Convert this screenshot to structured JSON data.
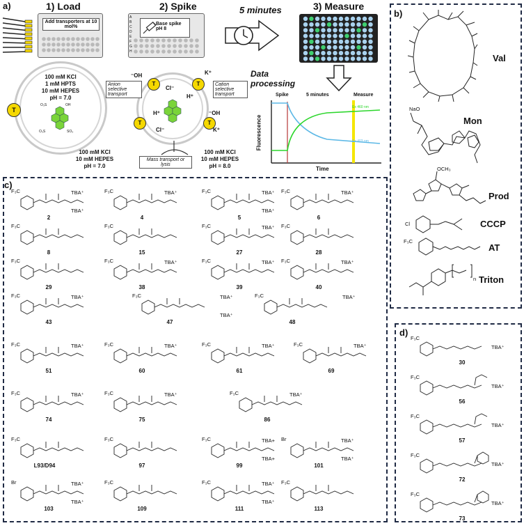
{
  "panels": {
    "a": "a)",
    "b": "b)",
    "c": "c)",
    "d": "d)"
  },
  "panel_a": {
    "step1": "1) Load",
    "step2": "2) Spike",
    "step3": "3) Measure",
    "timer_label": "5 minutes",
    "plate1_text": "Add transporters at 10 mol%",
    "plate2_text": "Base spike pH 8",
    "plate_rows": [
      "A",
      "B",
      "C",
      "D",
      "E",
      "F",
      "G",
      "H"
    ],
    "vesicle1_inside": [
      "100 mM KCl",
      "1 mM HPTS",
      "10 mM HEPES",
      "pH = 7.0"
    ],
    "vesicle1_outside": [
      "100 mM KCl",
      "10 mM HEPES",
      "pH = 7.0"
    ],
    "vesicle2_outside": [
      "100 mM KCl",
      "10 mM HEPES",
      "pH = 8.0"
    ],
    "transporter_letter": "T",
    "ions": {
      "oh": "⁻OH",
      "cl": "Cl⁻",
      "h": "H⁺",
      "k": "K⁺"
    },
    "anion_box": "Anion selective transport",
    "cation_box": "Cation selective transport",
    "mass_box": "Mass transport or lysis",
    "data_processing": "Data processing",
    "graph": {
      "spike": "Spike",
      "five_min": "5 minutes",
      "measure": "Measure",
      "ex1": "Ex 460 nm",
      "ex2": "Ex 403 nm",
      "ylabel": "Fluorescence",
      "xlabel": "Time"
    },
    "hpts_labels": [
      "O₃S",
      "OH",
      "O₃S",
      "SO₃"
    ]
  },
  "panel_b": {
    "items": [
      "Val",
      "Mon",
      "Prod",
      "CCCP",
      "AT",
      "Triton"
    ],
    "mon_salt": "NaO",
    "prod_och3": "OCH₃",
    "triton_sub": "n"
  },
  "panel_c": {
    "compounds": [
      {
        "n": "2",
        "tba": [
          "TBA⁺",
          "TBA⁺"
        ]
      },
      {
        "n": "4",
        "tba": [
          "TBA⁺"
        ]
      },
      {
        "n": "5",
        "tba": [
          "TBA⁺",
          "TBA⁺"
        ]
      },
      {
        "n": "6",
        "tba": [
          "TBA⁺"
        ]
      },
      {
        "n": "8",
        "tba": []
      },
      {
        "n": "15",
        "tba": []
      },
      {
        "n": "27",
        "tba": [
          "TBA⁺"
        ]
      },
      {
        "n": "28",
        "tba": []
      },
      {
        "n": "29",
        "tba": []
      },
      {
        "n": "38",
        "tba": [
          "TBA⁺"
        ]
      },
      {
        "n": "39",
        "tba": [
          "TBA⁺"
        ]
      },
      {
        "n": "40",
        "tba": [
          "TBA⁺"
        ]
      },
      {
        "n": "43",
        "tba": [
          "TBA⁺"
        ]
      },
      {
        "n": "47",
        "tba": [
          "TBA⁺",
          "TBA⁺"
        ]
      },
      {
        "n": "48",
        "tba": [
          "TBA⁺"
        ]
      },
      {
        "n": "51",
        "tba": [
          "TBA⁺"
        ]
      },
      {
        "n": "60",
        "tba": [
          "TBA⁺"
        ]
      },
      {
        "n": "61",
        "tba": [
          "TBA⁺"
        ]
      },
      {
        "n": "69",
        "tba": [
          "TBA⁺"
        ]
      },
      {
        "n": "74",
        "tba": [
          "TBA⁺"
        ]
      },
      {
        "n": "75",
        "tba": [
          "TBA⁺"
        ]
      },
      {
        "n": "86",
        "tba": [
          "TBA⁺"
        ]
      },
      {
        "n": "L93/D94",
        "tba": []
      },
      {
        "n": "97",
        "tba": []
      },
      {
        "n": "99",
        "tba": [
          "TBA+",
          "TBA+"
        ]
      },
      {
        "n": "101",
        "tba": [
          "TBA⁺",
          "TBA⁺"
        ]
      },
      {
        "n": "103",
        "tba": [
          "TBA⁺",
          "TBA⁺"
        ]
      },
      {
        "n": "109",
        "tba": []
      },
      {
        "n": "111",
        "tba": [
          "TBA⁺",
          "TBA⁺"
        ]
      },
      {
        "n": "113",
        "tba": []
      }
    ],
    "cf3": "F₃C",
    "br": "Br",
    "cl": "Cl"
  },
  "panel_d": {
    "compounds": [
      {
        "n": "30",
        "tba": "TBA⁺"
      },
      {
        "n": "56",
        "tba": "TBA⁺"
      },
      {
        "n": "57",
        "tba": "TBA⁺"
      },
      {
        "n": "72",
        "tba": "TBA⁺"
      },
      {
        "n": "73",
        "tba": "TBA⁺"
      }
    ]
  },
  "colors": {
    "yellow": "#f5d800",
    "green_well": "#3fcf6f",
    "blue_well": "#a9d2ee",
    "curve_green": "#2bd62b",
    "curve_blue": "#5cb8e6",
    "frame": "#1f2a44"
  }
}
